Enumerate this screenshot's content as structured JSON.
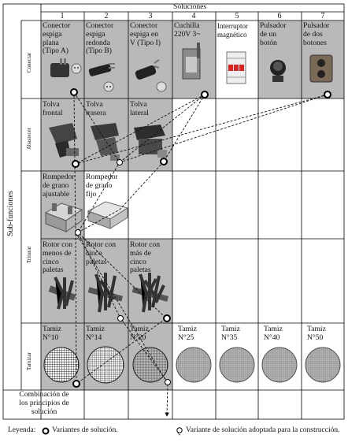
{
  "header": {
    "soluciones_label": "Soluciones",
    "sub_funciones_label": "Sub-funciones",
    "numbers": [
      "1",
      "2",
      "3",
      "4",
      "5",
      "6",
      "7"
    ]
  },
  "rows": [
    {
      "label": "Conectar",
      "cells": [
        "Conector\nespiga\nplana\n(Tipo A)",
        "Conector\nespiga\nredonda\n(Tipo B)",
        "Conector\nespiga en\nV (Tipo I)",
        "Cuchilla\n220V 3~",
        "Interruptor\nmagnético",
        "Pulsador\nde un\nbotón",
        "Pulsador\nde dos\nbotones"
      ]
    },
    {
      "label": "Abastecer",
      "cells": [
        "Tolva\nfrontal",
        "Tolva\ntrasera",
        "Tolva\nlateral"
      ]
    },
    {
      "label": "Triturar",
      "cells": [
        "Rompedor\nde grano\najustable",
        "Rompedor\nde grano\nfijo"
      ],
      "cells_b": [
        "Rotor con\nmenos de\ncinco\npaletas",
        "Rotor con\ncinco\npaletas",
        "Rotor con\nmás de\ncinco\npaletas"
      ]
    },
    {
      "label": "Tamizar",
      "cells": [
        "Tamiz\nN°10",
        "Tamiz\nN°14",
        "Tamiz\nN°20",
        "Tamiz\nN°25",
        "Tamiz\nN°35",
        "Tamiz\nN°40",
        "Tamiz\nN°50"
      ]
    }
  ],
  "footer_label": "Combinación de\nlos principios de\nsolución",
  "legend": {
    "prefix": "Leyenda:",
    "variants": "Variantes de solución.",
    "adopted": "Variante de solución adoptada para la construcción."
  }
}
